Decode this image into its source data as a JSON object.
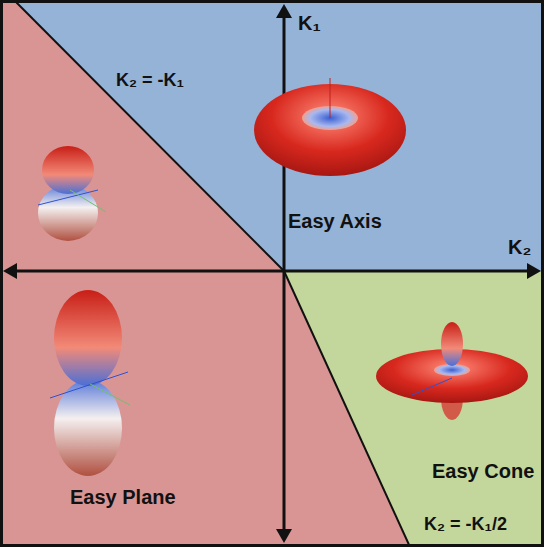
{
  "diagram": {
    "labels": [
      "K₁",
      "K₂ = -K₁",
      "Easy Axis",
      "K₂",
      "Easy Plane",
      "Easy Cone",
      "K₂ = -K₁/2"
    ]
  }
}
